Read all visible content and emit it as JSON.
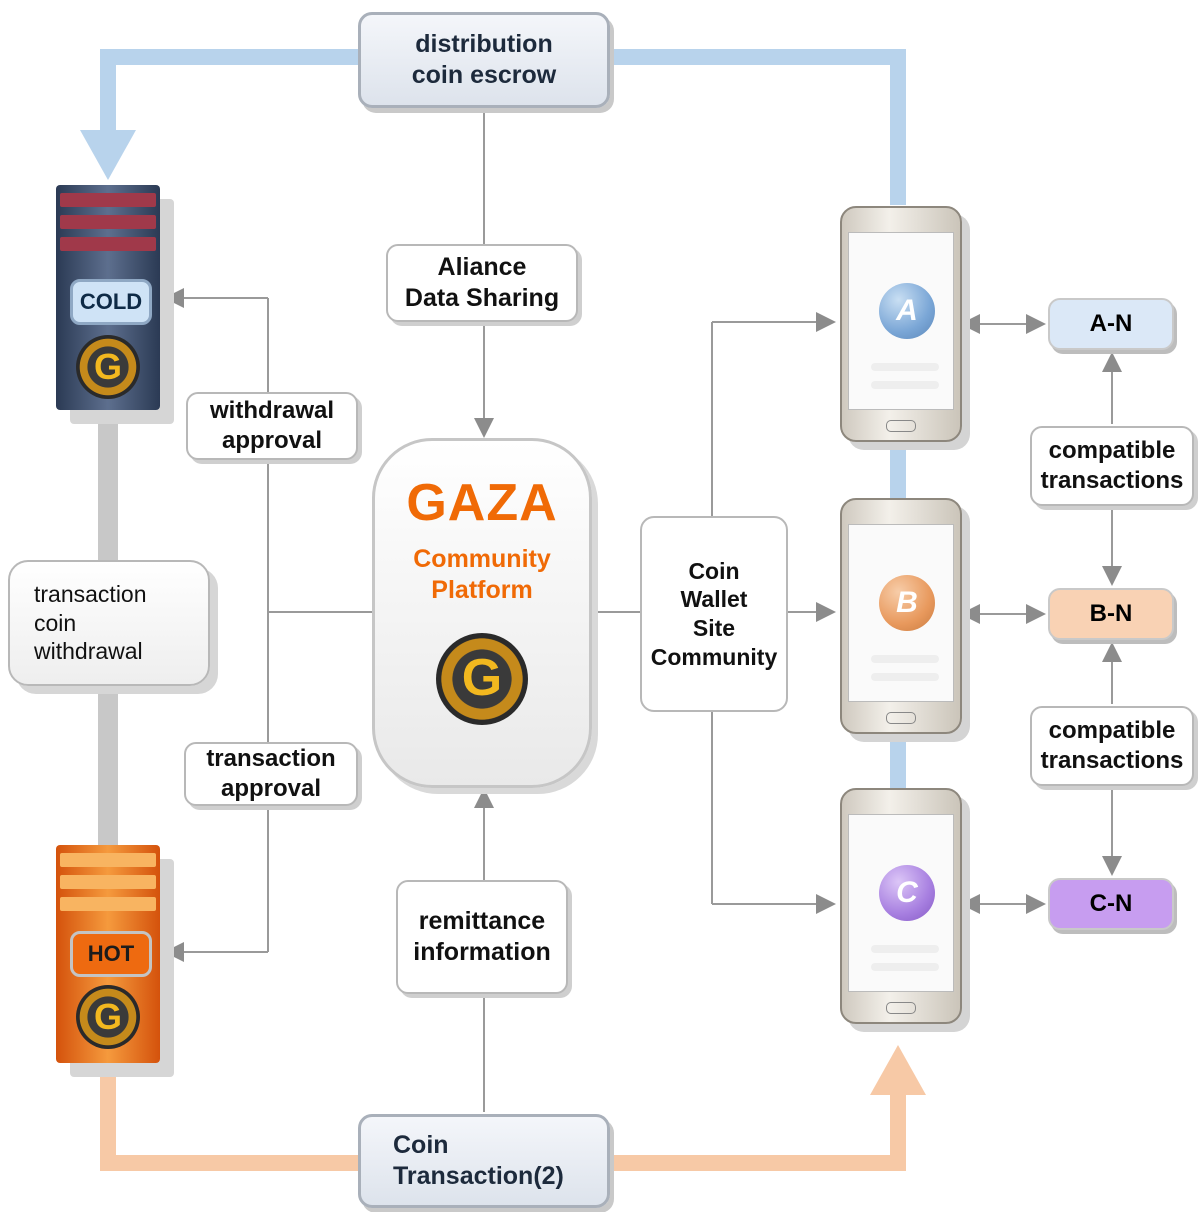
{
  "escrow": {
    "line1": "distribution",
    "line2": "coin escrow"
  },
  "alliance": {
    "line1": "Aliance",
    "line2": "Data Sharing"
  },
  "platform": {
    "title": "GAZA",
    "sub1": "Community",
    "sub2": "Platform"
  },
  "remittance": {
    "line1": "remittance",
    "line2": "information"
  },
  "transaction_bottom": {
    "line1": "Coin",
    "line2": "Transaction(2)"
  },
  "withdrawal_approval": {
    "line1": "withdrawal",
    "line2": "approval"
  },
  "transaction_approval": {
    "line1": "transaction",
    "line2": "approval"
  },
  "coin_withdrawal": {
    "line1": "transaction",
    "line2": "coin",
    "line3": "withdrawal"
  },
  "servers": {
    "cold": "COLD",
    "hot": "HOT"
  },
  "coin_wallet": {
    "line1": "Coin",
    "line2": "Wallet",
    "line3": "Site",
    "line4": "Community"
  },
  "phones": [
    {
      "letter": "A",
      "color": "#7aa6d6"
    },
    {
      "letter": "B",
      "color": "#e8995d"
    },
    {
      "letter": "C",
      "color": "#a77fe0"
    }
  ],
  "nodes": [
    {
      "label": "A-N",
      "color": "#dbe8f7"
    },
    {
      "label": "B-N",
      "color": "#f9d2b4"
    },
    {
      "label": "C-N",
      "color": "#c79df0"
    }
  ],
  "compatible_1": {
    "line1": "compatible",
    "line2": "transactions"
  },
  "compatible_2": {
    "line1": "compatible",
    "line2": "transactions"
  },
  "token": "G",
  "colors": {
    "blue_flow": "#b8d3ec",
    "orange_flow": "#f7c9a6",
    "gray_flow": "#c8c8c8",
    "accent": "#f06a06"
  }
}
